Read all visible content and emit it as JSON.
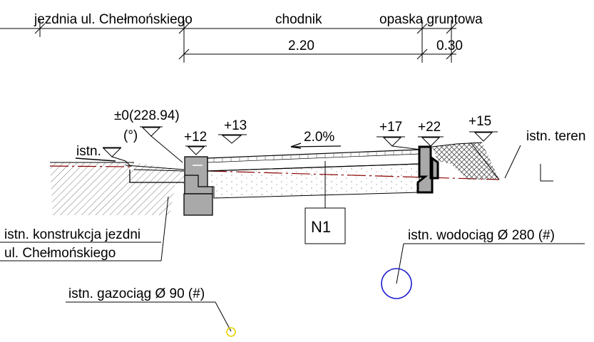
{
  "dimension": {
    "label_roadway": "jezdnia ul. Chełmońskiego",
    "label_sidewalk": "chodnik",
    "label_soil_strip": "opaska gruntowa",
    "value_sidewalk": "2.20",
    "value_soil_strip": "0.30"
  },
  "levels": {
    "zero_line1": "±0(228.94)",
    "zero_line2": "(°)",
    "existing": "istn.",
    "plus12": "+12",
    "plus13": "+13",
    "plus17": "+17",
    "plus22": "+22",
    "plus15": "+15"
  },
  "slope": "2.0%",
  "labels": {
    "existing_terrain": "istn. teren",
    "existing_road_line1": "istn. konstrukcja jezdni",
    "existing_road_line2": "ul. Chełmońskiego",
    "water_main": "istn. wodociąg Ø 280 (#)",
    "gas_main": "istn. gazociąg Ø 90 (#)"
  },
  "section_tag": "N1",
  "colors": {
    "line": "#000000",
    "curb_fill": "#a9a9a9",
    "red_axis": "#8b0000",
    "water_pipe": "#1a1acc",
    "gas_pipe": "#e6d200"
  }
}
